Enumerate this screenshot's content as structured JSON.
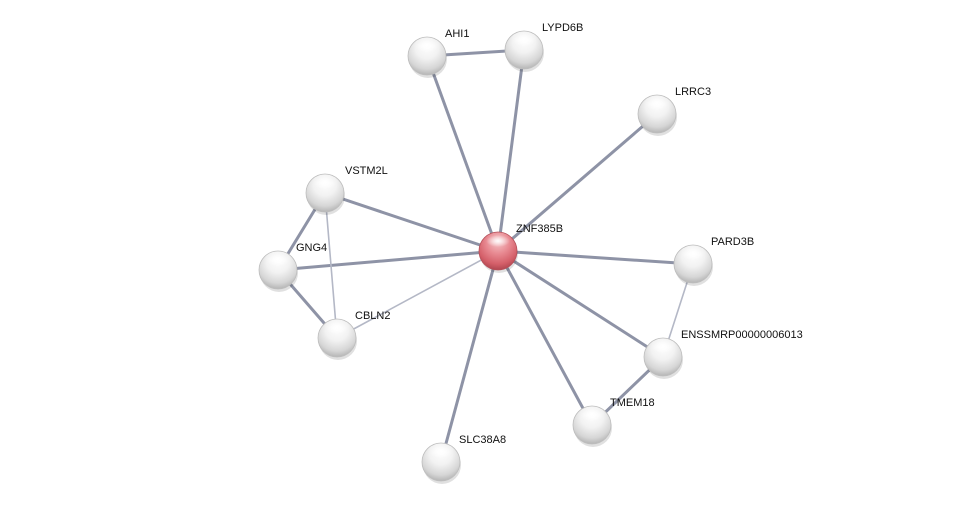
{
  "colors": {
    "edge_strong": "#8e93a6",
    "edge_light": "#b4b8c6",
    "node_query": "#dd6672",
    "node_default": "#d4d4d4"
  },
  "nodes": [
    {
      "id": "ZNF385B",
      "label": "ZNF385B",
      "query": true
    },
    {
      "id": "AHI1",
      "label": "AHI1"
    },
    {
      "id": "LYPD6B",
      "label": "LYPD6B"
    },
    {
      "id": "LRRC3",
      "label": "LRRC3"
    },
    {
      "id": "VSTM2L",
      "label": "VSTM2L"
    },
    {
      "id": "GNG4",
      "label": "GNG4"
    },
    {
      "id": "CBLN2",
      "label": "CBLN2"
    },
    {
      "id": "PARD3B",
      "label": "PARD3B"
    },
    {
      "id": "ENSSMRP00000006013",
      "label": "ENSSMRP00000006013"
    },
    {
      "id": "TMEM18",
      "label": "TMEM18"
    },
    {
      "id": "SLC38A8",
      "label": "SLC38A8"
    }
  ],
  "edges": [
    {
      "source": "ZNF385B",
      "target": "AHI1",
      "strength": "strong"
    },
    {
      "source": "ZNF385B",
      "target": "LYPD6B",
      "strength": "strong"
    },
    {
      "source": "ZNF385B",
      "target": "LRRC3",
      "strength": "strong"
    },
    {
      "source": "ZNF385B",
      "target": "VSTM2L",
      "strength": "strong"
    },
    {
      "source": "ZNF385B",
      "target": "GNG4",
      "strength": "strong"
    },
    {
      "source": "ZNF385B",
      "target": "CBLN2",
      "strength": "light"
    },
    {
      "source": "ZNF385B",
      "target": "PARD3B",
      "strength": "strong"
    },
    {
      "source": "ZNF385B",
      "target": "ENSSMRP00000006013",
      "strength": "strong"
    },
    {
      "source": "ZNF385B",
      "target": "TMEM18",
      "strength": "strong"
    },
    {
      "source": "ZNF385B",
      "target": "SLC38A8",
      "strength": "strong"
    },
    {
      "source": "AHI1",
      "target": "LYPD6B",
      "strength": "strong"
    },
    {
      "source": "VSTM2L",
      "target": "GNG4",
      "strength": "strong"
    },
    {
      "source": "VSTM2L",
      "target": "CBLN2",
      "strength": "light"
    },
    {
      "source": "GNG4",
      "target": "CBLN2",
      "strength": "strong"
    },
    {
      "source": "PARD3B",
      "target": "ENSSMRP00000006013",
      "strength": "light"
    },
    {
      "source": "ENSSMRP00000006013",
      "target": "TMEM18",
      "strength": "strong"
    }
  ]
}
